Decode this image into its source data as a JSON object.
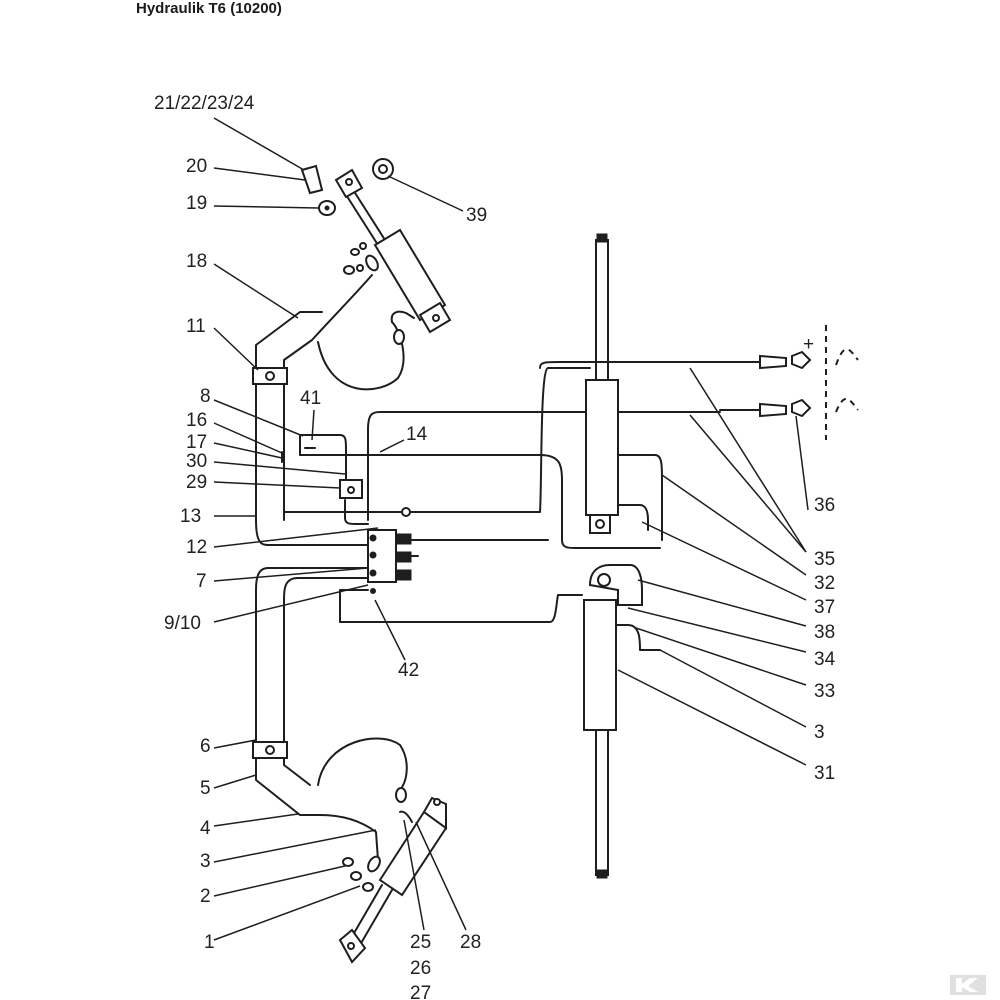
{
  "title": "Hydraulik T6 (10200)",
  "labels": {
    "l21_24": "21/22/23/24",
    "l20": "20",
    "l19": "19",
    "l39": "39",
    "l18": "18",
    "l11": "11",
    "l8": "8",
    "l41": "41",
    "l16": "16",
    "l14": "14",
    "l17": "17",
    "l30": "30",
    "l29": "29",
    "l13": "13",
    "l12": "12",
    "l7": "7",
    "l9_10": "9/10",
    "l42": "42",
    "l6": "6",
    "l5": "5",
    "l4": "4",
    "l3a": "3",
    "l2": "2",
    "l1": "1",
    "l25": "25",
    "l26": "26",
    "l27": "27",
    "l28": "28",
    "l36": "36",
    "l35": "35",
    "l32": "32",
    "l37": "37",
    "l38": "38",
    "l34": "34",
    "l33": "33",
    "l3b": "3",
    "l31": "31",
    "plus": "+"
  }
}
